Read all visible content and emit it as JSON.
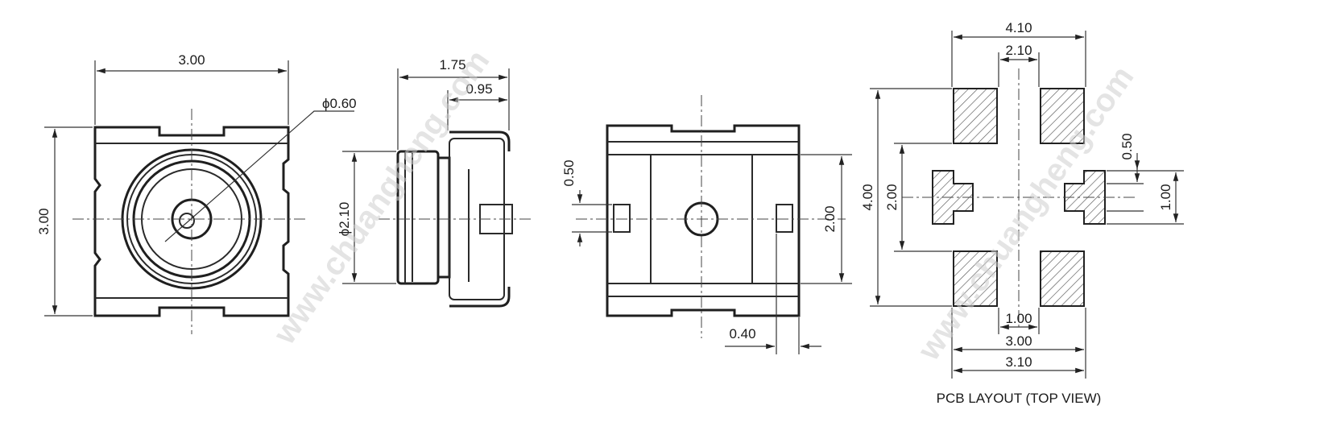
{
  "watermark": "www.chuangheng.com",
  "front_view": {
    "width": "3.00",
    "height": "3.00",
    "hole": "ϕ0.60"
  },
  "side_view": {
    "depth": "1.75",
    "body_depth": "0.95",
    "diameter": "ϕ2.10"
  },
  "rear_view": {
    "pin_width": "0.50",
    "pin_span": "2.00",
    "pin_offset": "0.40"
  },
  "pcb_layout": {
    "caption": "PCB LAYOUT (TOP VIEW)",
    "outer_width": "4.10",
    "inner_width": "2.10",
    "outer_height": "4.00",
    "inner_height": "2.00",
    "tab_width": "0.50",
    "tab_height": "1.00",
    "gap_center": "1.00",
    "span_3_00": "3.00",
    "span_3_10": "3.10"
  },
  "colors": {
    "line": "#2a2a2a",
    "watermark": "#cfcfcf"
  }
}
